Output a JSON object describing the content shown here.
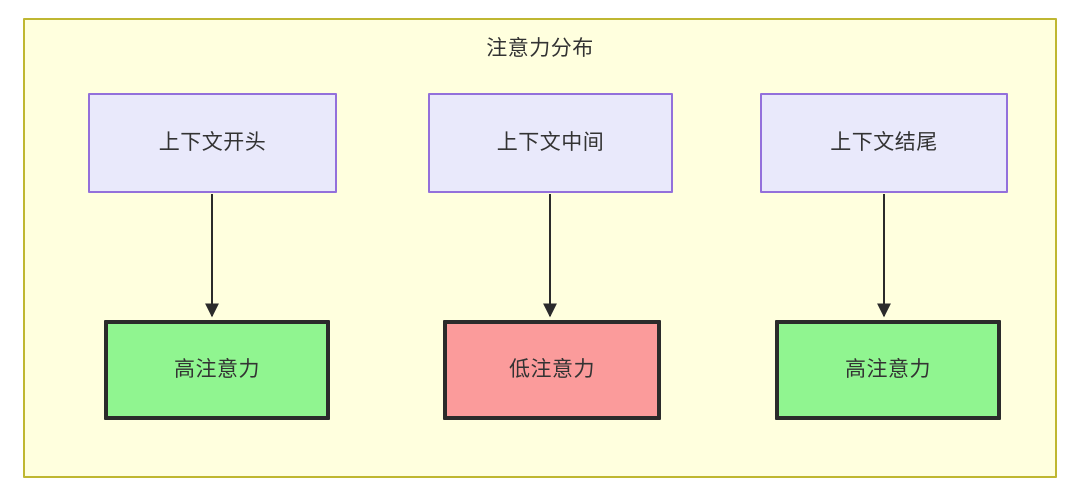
{
  "diagram": {
    "title": "注意力分布",
    "background_color": "#ffffde",
    "border_color": "#bfb731",
    "text_color": "#333333",
    "nodes": {
      "context": [
        {
          "id": "ctx-start",
          "label": "上下文开头",
          "fill": "#e9e9fb",
          "stroke": "#9370db"
        },
        {
          "id": "ctx-middle",
          "label": "上下文中间",
          "fill": "#e9e9fb",
          "stroke": "#9370db"
        },
        {
          "id": "ctx-end",
          "label": "上下文结尾",
          "fill": "#e9e9fb",
          "stroke": "#9370db"
        }
      ],
      "attention": [
        {
          "id": "attn-high-start",
          "label": "高注意力",
          "fill": "#90f590",
          "stroke": "#2b2b2b",
          "level": "high"
        },
        {
          "id": "attn-low-middle",
          "label": "低注意力",
          "fill": "#fb9b9b",
          "stroke": "#2b2b2b",
          "level": "low"
        },
        {
          "id": "attn-high-end",
          "label": "高注意力",
          "fill": "#90f590",
          "stroke": "#2b2b2b",
          "level": "high"
        }
      ]
    },
    "edges": [
      {
        "from": "ctx-start",
        "to": "attn-high-start",
        "label": ""
      },
      {
        "from": "ctx-middle",
        "to": "attn-low-middle",
        "label": ""
      },
      {
        "from": "ctx-end",
        "to": "attn-high-end",
        "label": ""
      }
    ]
  }
}
